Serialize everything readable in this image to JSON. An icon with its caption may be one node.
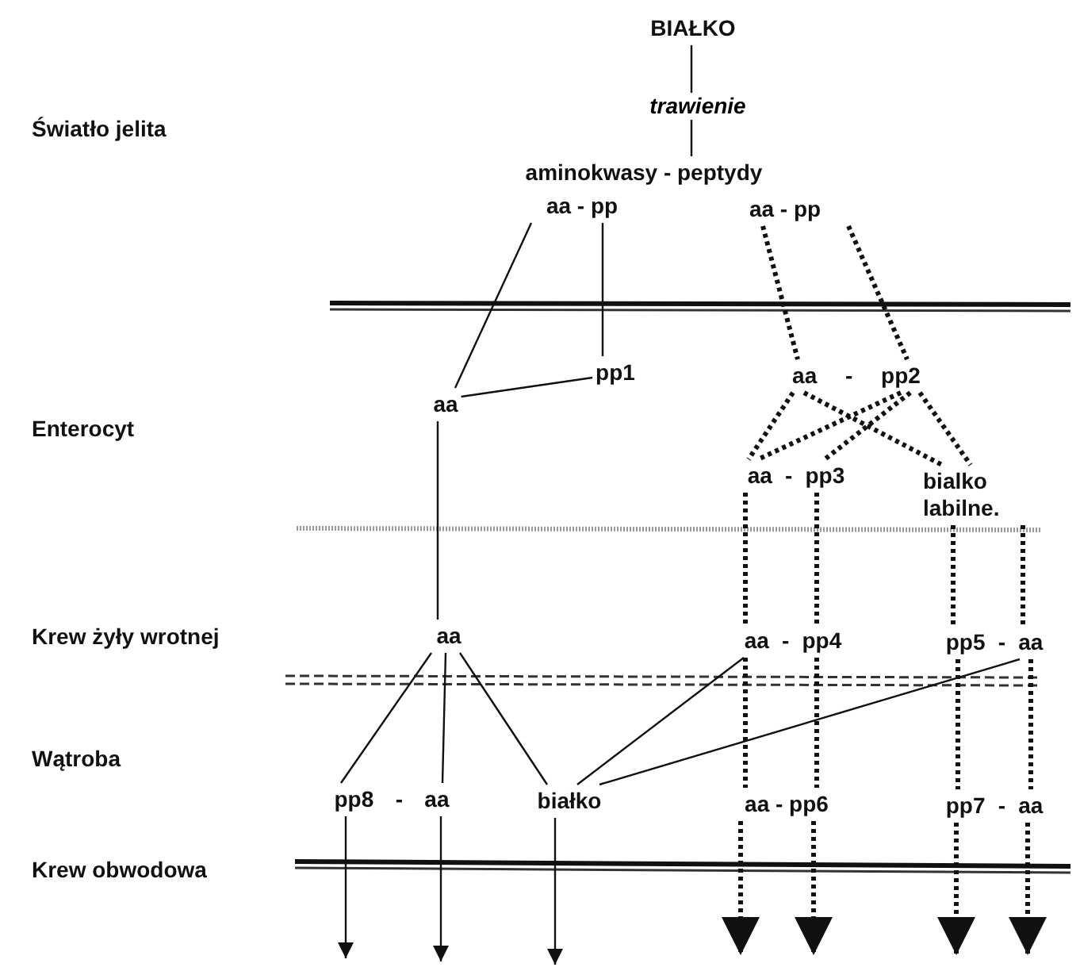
{
  "diagram": {
    "nodes": [
      {
        "text": [
          "BIAŁKO"
        ]
      },
      {
        "text": [
          "aminokwasy - peptydy"
        ]
      },
      {
        "text": [
          "aa - pp"
        ]
      },
      {
        "text": [
          "aa - pp"
        ]
      },
      {
        "text": [
          "pp1"
        ]
      },
      {
        "text": [
          "aa"
        ]
      },
      {
        "text": [
          "aa - pp2"
        ]
      },
      {
        "text": [
          "aa - pp3"
        ]
      },
      {
        "text": [
          "bialko labilne."
        ]
      },
      {
        "text": [
          "aa"
        ]
      },
      {
        "text": [
          "aa - pp4"
        ]
      },
      {
        "text": [
          "pp5 - aa"
        ]
      },
      {
        "text": [
          "pp8 - aa"
        ]
      },
      {
        "text": [
          "białko"
        ]
      },
      {
        "text": [
          "aa - pp6"
        ]
      },
      {
        "text": [
          "pp7 - aa"
        ]
      }
    ],
    "edges": [
      {
        "from": 0,
        "to": 1,
        "arrow": "none",
        "label": "trawienie"
      },
      {
        "from": 2,
        "to": 5,
        "arrow": "none"
      },
      {
        "from": 2,
        "to": 4,
        "arrow": "none"
      },
      {
        "from": 4,
        "to": 5,
        "arrow": "none"
      },
      {
        "from": 3,
        "to": 6,
        "arrow": "none",
        "style": "dashed"
      },
      {
        "from": 3,
        "to": 6,
        "arrow": "none",
        "style": "dashed"
      },
      {
        "from": 6,
        "to": 7,
        "arrow": "none",
        "style": "dashed"
      },
      {
        "from": 6,
        "to": 8,
        "arrow": "none",
        "style": "dashed"
      },
      {
        "from": 6,
        "to": 7,
        "arrow": "none",
        "style": "dashed"
      },
      {
        "from": 6,
        "to": 7,
        "arrow": "none",
        "style": "dashed"
      },
      {
        "from": 6,
        "to": 8,
        "arrow": "none",
        "style": "dashed"
      },
      {
        "from": 7,
        "to": 10,
        "arrow": "none",
        "style": "dashed"
      },
      {
        "from": 7,
        "to": 10,
        "arrow": "none",
        "style": "dashed"
      },
      {
        "from": 8,
        "to": 11,
        "arrow": "none",
        "style": "dashed"
      },
      {
        "from": 8,
        "to": 11,
        "arrow": "none",
        "style": "dashed"
      },
      {
        "from": 5,
        "to": 9,
        "arrow": "none"
      },
      {
        "from": 9,
        "to": 12,
        "arrow": "none"
      },
      {
        "from": 9,
        "to": 12,
        "arrow": "none"
      },
      {
        "from": 9,
        "to": 13,
        "arrow": "none"
      },
      {
        "from": 10,
        "to": 13,
        "arrow": "none"
      },
      {
        "from": 11,
        "to": 13,
        "arrow": "none"
      },
      {
        "from": 10,
        "to": 14,
        "arrow": "none",
        "style": "dashed"
      },
      {
        "from": 10,
        "to": 14,
        "arrow": "none",
        "style": "dashed"
      },
      {
        "from": 11,
        "to": 15,
        "arrow": "none",
        "style": "dashed"
      },
      {
        "from": 11,
        "to": 15,
        "arrow": "none",
        "style": "dashed"
      },
      {
        "from": 12,
        "to": null,
        "arrow": "to"
      },
      {
        "from": 12,
        "to": null,
        "arrow": "to"
      },
      {
        "from": 13,
        "to": null,
        "arrow": "to"
      },
      {
        "from": 14,
        "to": null,
        "arrow": "to",
        "style": "dashed"
      },
      {
        "from": 14,
        "to": null,
        "arrow": "to",
        "style": "dashed"
      },
      {
        "from": 15,
        "to": null,
        "arrow": "to",
        "style": "dashed"
      },
      {
        "from": 15,
        "to": null,
        "arrow": "to",
        "style": "dashed"
      }
    ],
    "labels": [
      "Światło jelita",
      "Enterocyt",
      "Krew żyły wrotnej",
      "Wątroba",
      "Krew obwodowa"
    ]
  }
}
